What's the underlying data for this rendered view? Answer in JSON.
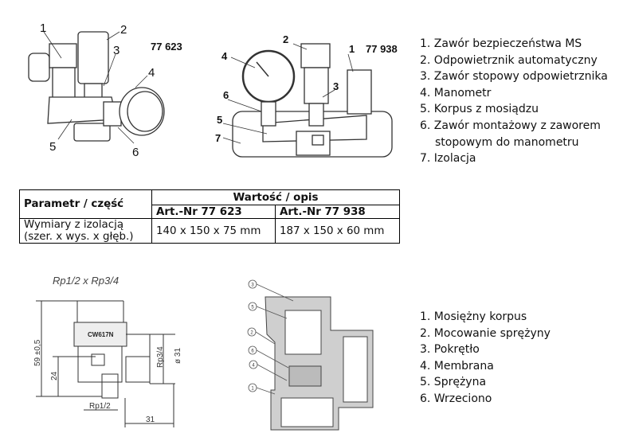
{
  "figure1": {
    "code": "77 623",
    "callouts": [
      "1",
      "2",
      "3",
      "4",
      "5",
      "6"
    ]
  },
  "figure2": {
    "code": "77 938",
    "callouts": [
      "1",
      "2",
      "3",
      "4",
      "5",
      "6",
      "7"
    ]
  },
  "parts_list_1": [
    "1. Zawór bezpieczeństwa MS",
    "2. Odpowietrznik automatyczny",
    "3. Zawór stopowy odpowietrznika",
    "4. Manometr",
    "5. Korpus z mosiądzu",
    "6. Zawór montażowy z zaworem stopowym do manometru",
    "7. Izolacja"
  ],
  "table": {
    "param_header": "Parametr / część",
    "value_header": "Wartość / opis",
    "col1_header": "Art.-Nr 77 623",
    "col2_header": "Art.-Nr 77 938",
    "row_label_1": "Wymiary z izolacją",
    "row_label_2": "(szer. x wys. x głęb.)",
    "col1_value": "140 x 150 x 75 mm",
    "col2_value": "187 x 150 x 60 mm"
  },
  "drawing3": {
    "title": "Rp1/2   x Rp3/4",
    "marking": "CW617N",
    "dim_height": "59 ±0,5",
    "dim_24": "24",
    "dim_rp34": "Rp3/4",
    "dim_d31": "ø 31",
    "dim_rp12": "Rp1/2",
    "dim_31": "31"
  },
  "drawing4": {
    "callouts": [
      "3",
      "5",
      "2",
      "6",
      "4",
      "1"
    ]
  },
  "parts_list_2": [
    "1. Mosiężny korpus",
    "2. Mocowanie sprężyny",
    "3. Pokrętło",
    "4. Membrana",
    "5. Sprężyna",
    "6. Wrzeciono"
  ]
}
